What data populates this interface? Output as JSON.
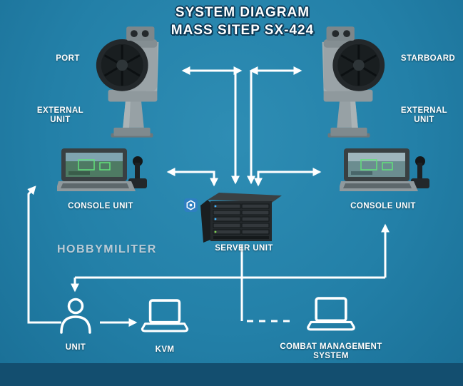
{
  "title": "SYSTEM DIAGRAM",
  "subtitle": "MASS SITEP SX-424",
  "watermark": "HOBBYMILITER",
  "labels": {
    "port": "PORT",
    "starboard": "STARBOARD",
    "external_left_line1": "EXTERNAL",
    "external_left_line2": "UNIT",
    "external_right_line1": "EXTERNAL",
    "external_right_line2": "UNIT",
    "console_left": "CONSOLE UNIT",
    "console_right": "CONSOLE UNIT",
    "server": "SERVER UNIT",
    "unit": "UNIT",
    "kvm": "KVM",
    "cms_line1": "COMBAT MANAGEMENT",
    "cms_line2": "SYSTEM"
  },
  "colors": {
    "background": "#2380a8",
    "footer_band": "#134e6f",
    "arrows": "#ffffff",
    "title_text": "#ffffff",
    "title_outline": "#0d3a57",
    "watermark_text": "#b9cbd6",
    "label_text": "#ffffff"
  }
}
